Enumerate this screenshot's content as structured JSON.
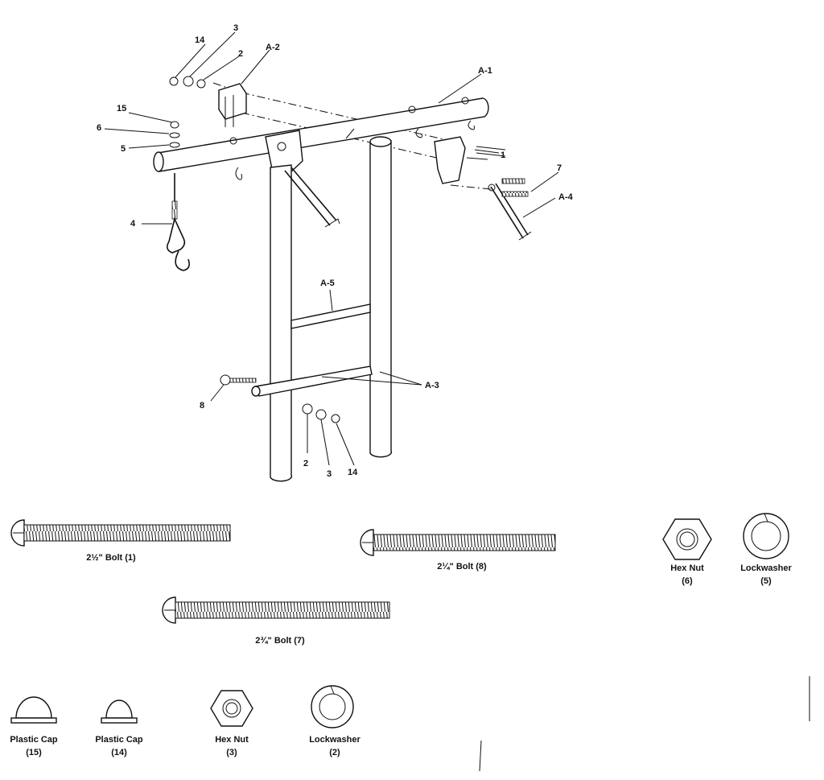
{
  "callouts": {
    "c14_top": "14",
    "c3_top": "3",
    "c2_top": "2",
    "a2": "A-2",
    "a1": "A-1",
    "c15": "15",
    "c6": "6",
    "c5": "5",
    "c1": "1",
    "c7": "7",
    "a4": "A-4",
    "c4": "4",
    "a5": "A-5",
    "a3": "A-3",
    "c8": "8",
    "c2_bot": "2",
    "c3_bot": "3",
    "c14_bot": "14"
  },
  "parts": {
    "bolt_1": "2½\" Bolt (1)",
    "bolt_8": "2¼\" Bolt (8)",
    "bolt_7": "2¾\" Bolt (7)",
    "hexnut_6": {
      "name": "Hex Nut",
      "num": "(6)"
    },
    "lockwasher_5": {
      "name": "Lockwasher",
      "num": "(5)"
    },
    "cap_15": {
      "name": "Plastic Cap",
      "num": "(15)"
    },
    "cap_14": {
      "name": "Plastic Cap",
      "num": "(14)"
    },
    "hexnut_3": {
      "name": "Hex Nut",
      "num": "(3)"
    },
    "lockwasher_2": {
      "name": "Lockwasher",
      "num": "(2)"
    }
  }
}
